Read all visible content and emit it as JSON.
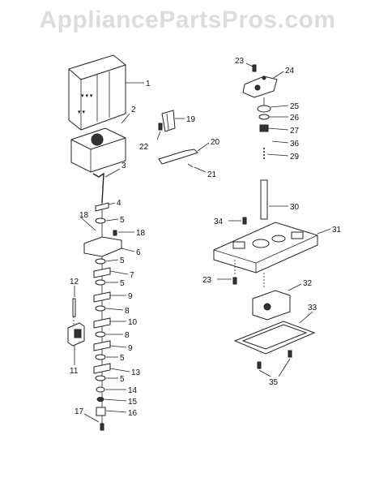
{
  "watermark": "AppliancePartsPros.com",
  "callouts": {
    "c1": "1",
    "c2": "2",
    "c3": "3",
    "c4": "4",
    "c5": "5",
    "c6": "6",
    "c7": "7",
    "c8": "8",
    "c9": "9",
    "c10": "10",
    "c11": "11",
    "c12": "12",
    "c13": "13",
    "c14": "14",
    "c15": "15",
    "c16": "16",
    "c17": "17",
    "c18": "18",
    "c19": "19",
    "c20": "20",
    "c21": "21",
    "c22": "22",
    "c23": "23",
    "c24": "24",
    "c25": "25",
    "c26": "26",
    "c27": "27",
    "c29": "29",
    "c30": "30",
    "c31": "31",
    "c32": "32",
    "c33": "33",
    "c34": "34",
    "c35": "35",
    "c36": "36"
  }
}
